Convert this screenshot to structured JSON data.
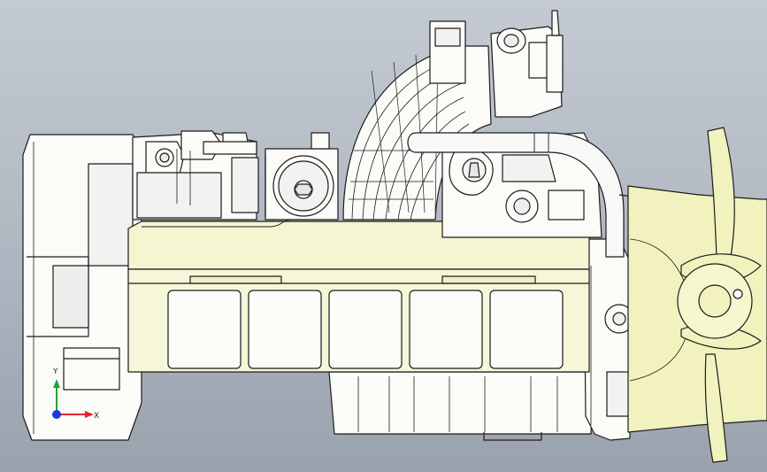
{
  "view": {
    "model": "engine-assembly",
    "display_mode": "shaded-with-edges",
    "background": [
      "#c3cad2",
      "#9aa2ae"
    ]
  },
  "colors": {
    "body": "#fbfbf8",
    "accent_parts": "#f5f5d2",
    "fan": "#f1f2bd",
    "edge": "#1c1c1c"
  },
  "triad": {
    "x_label": "X",
    "y_label": "Y",
    "x_color": "#e0262a",
    "y_color": "#23a339",
    "z_color": "#1f38d8"
  }
}
